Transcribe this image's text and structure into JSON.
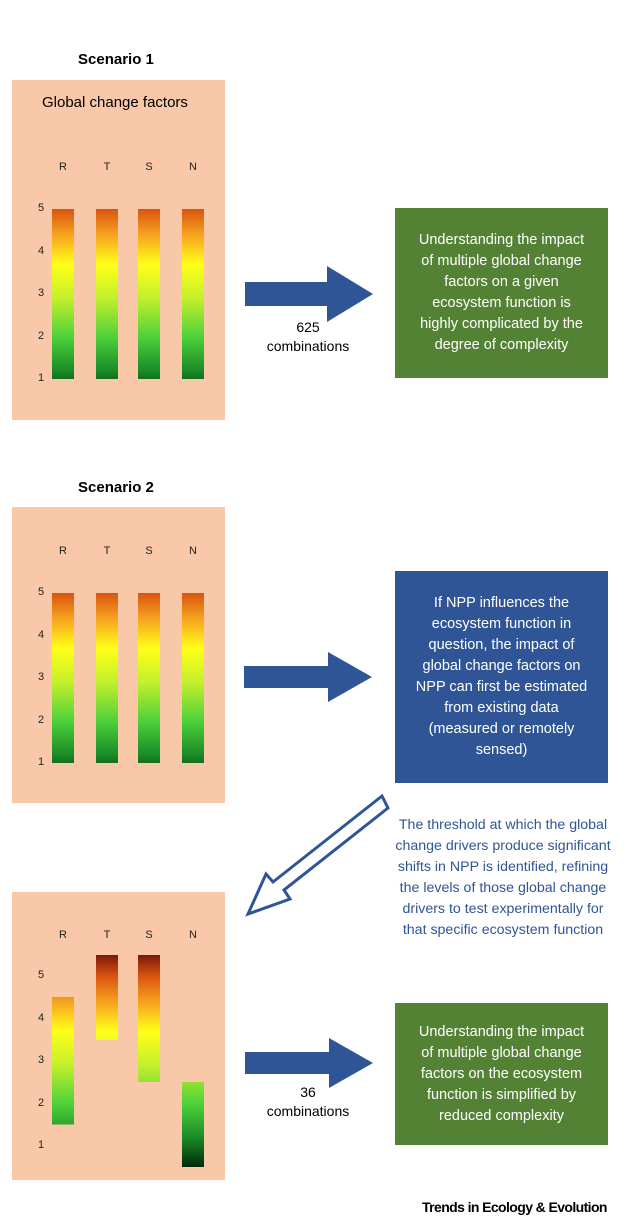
{
  "scenario1": {
    "heading": "Scenario 1",
    "panel_title": "Global change factors",
    "columns": [
      "R",
      "T",
      "S",
      "N"
    ],
    "ticks": [
      "5",
      "4",
      "3",
      "2",
      "1"
    ],
    "levels": [
      [
        1,
        5
      ],
      [
        1,
        5
      ],
      [
        1,
        5
      ],
      [
        1,
        5
      ]
    ],
    "combinations": "625\ncombinations",
    "box_text": "Understanding the impact\nof multiple global change\nfactors on a given\necosystem function is\nhighly complicated by the\ndegree of complexity"
  },
  "scenario2": {
    "heading": "Scenario 2",
    "columns": [
      "R",
      "T",
      "S",
      "N"
    ],
    "ticks": [
      "5",
      "4",
      "3",
      "2",
      "1"
    ],
    "levels": [
      [
        1,
        5
      ],
      [
        1,
        5
      ],
      [
        1,
        5
      ],
      [
        1,
        5
      ]
    ],
    "box_text": "If NPP influences the\necosystem function in\nquestion, the impact of\nglobal change factors on\nNPP can first be estimated\nfrom existing data\n(measured or remotely\nsensed)",
    "threshold_text": "The threshold at which the global\nchange drivers produce significant\nshifts in NPP is identified, refining\nthe levels of those global change\ndrivers to test experimentally for\nthat specific ecosystem function"
  },
  "scenario3": {
    "columns": [
      "R",
      "T",
      "S",
      "N"
    ],
    "ticks": [
      "5",
      "4",
      "3",
      "2",
      "1"
    ],
    "levels": [
      [
        1.5,
        4.5
      ],
      [
        3.5,
        5.5
      ],
      [
        2.5,
        5.5
      ],
      [
        0.5,
        2.5
      ]
    ],
    "combinations": "36\ncombinations",
    "box_text": "Understanding the impact\nof multiple global change\nfactors on the ecosystem\nfunction is simplified by\nreduced complexity"
  },
  "colors": {
    "panel": "#f8c8a8",
    "green_box": "#548235",
    "blue_box": "#2f5597",
    "arrow": "#2f5597",
    "threshold_text": "#2f5597"
  },
  "footer": {
    "journal": "Trends in Ecology & Evolution"
  }
}
